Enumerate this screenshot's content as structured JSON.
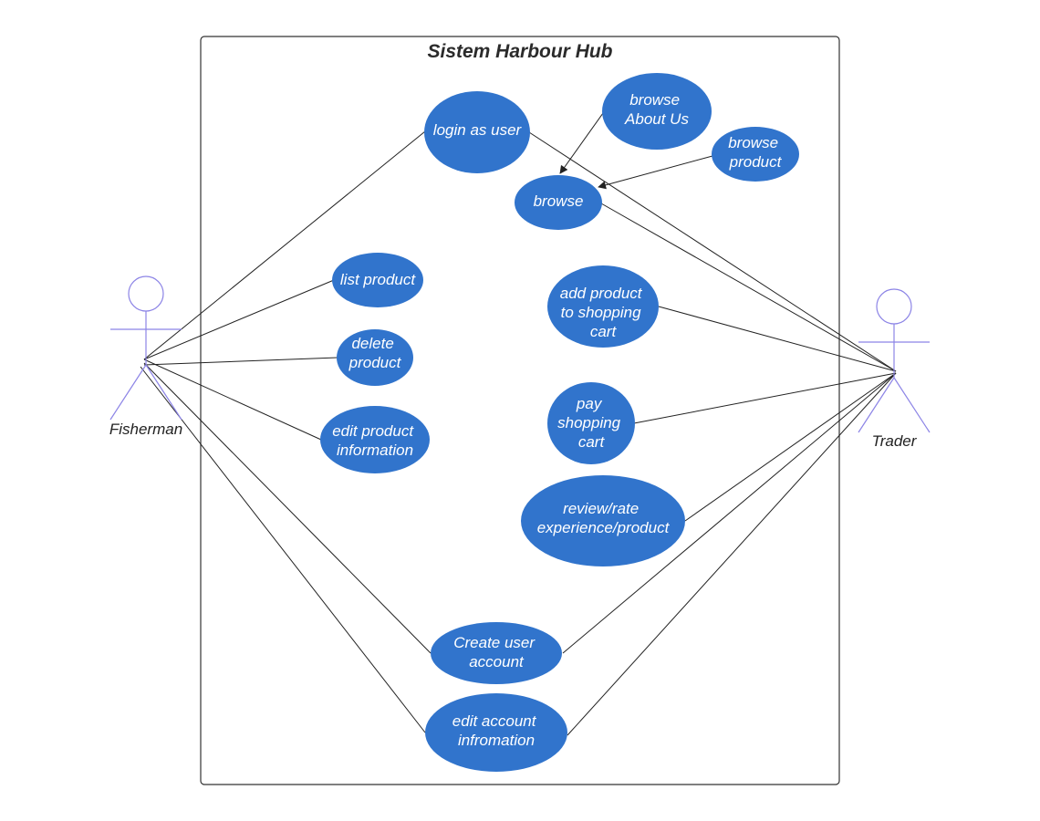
{
  "system": {
    "title": "Sistem Harbour Hub"
  },
  "colors": {
    "use_case_fill": "#3174CC",
    "actor_stroke": "#8C84E6",
    "line": "#222222",
    "frame": "#333333"
  },
  "actors": {
    "fisherman": {
      "label": "Fisherman"
    },
    "trader": {
      "label": "Trader"
    }
  },
  "use_cases": {
    "login": [
      "login as user"
    ],
    "browse_about": [
      "browse",
      "About Us"
    ],
    "browse_product": [
      "browse",
      "product"
    ],
    "browse": [
      "browse"
    ],
    "list_product": [
      "list product"
    ],
    "delete_product": [
      "delete",
      "product"
    ],
    "edit_product": [
      "edit product",
      "information"
    ],
    "add_cart": [
      "add product",
      "to shopping",
      "cart"
    ],
    "pay_cart": [
      "pay",
      "shopping",
      "cart"
    ],
    "review": [
      "review/rate",
      "experience/product"
    ],
    "create_account": [
      "Create user",
      "account"
    ],
    "edit_account": [
      "edit account",
      "infromation"
    ]
  }
}
